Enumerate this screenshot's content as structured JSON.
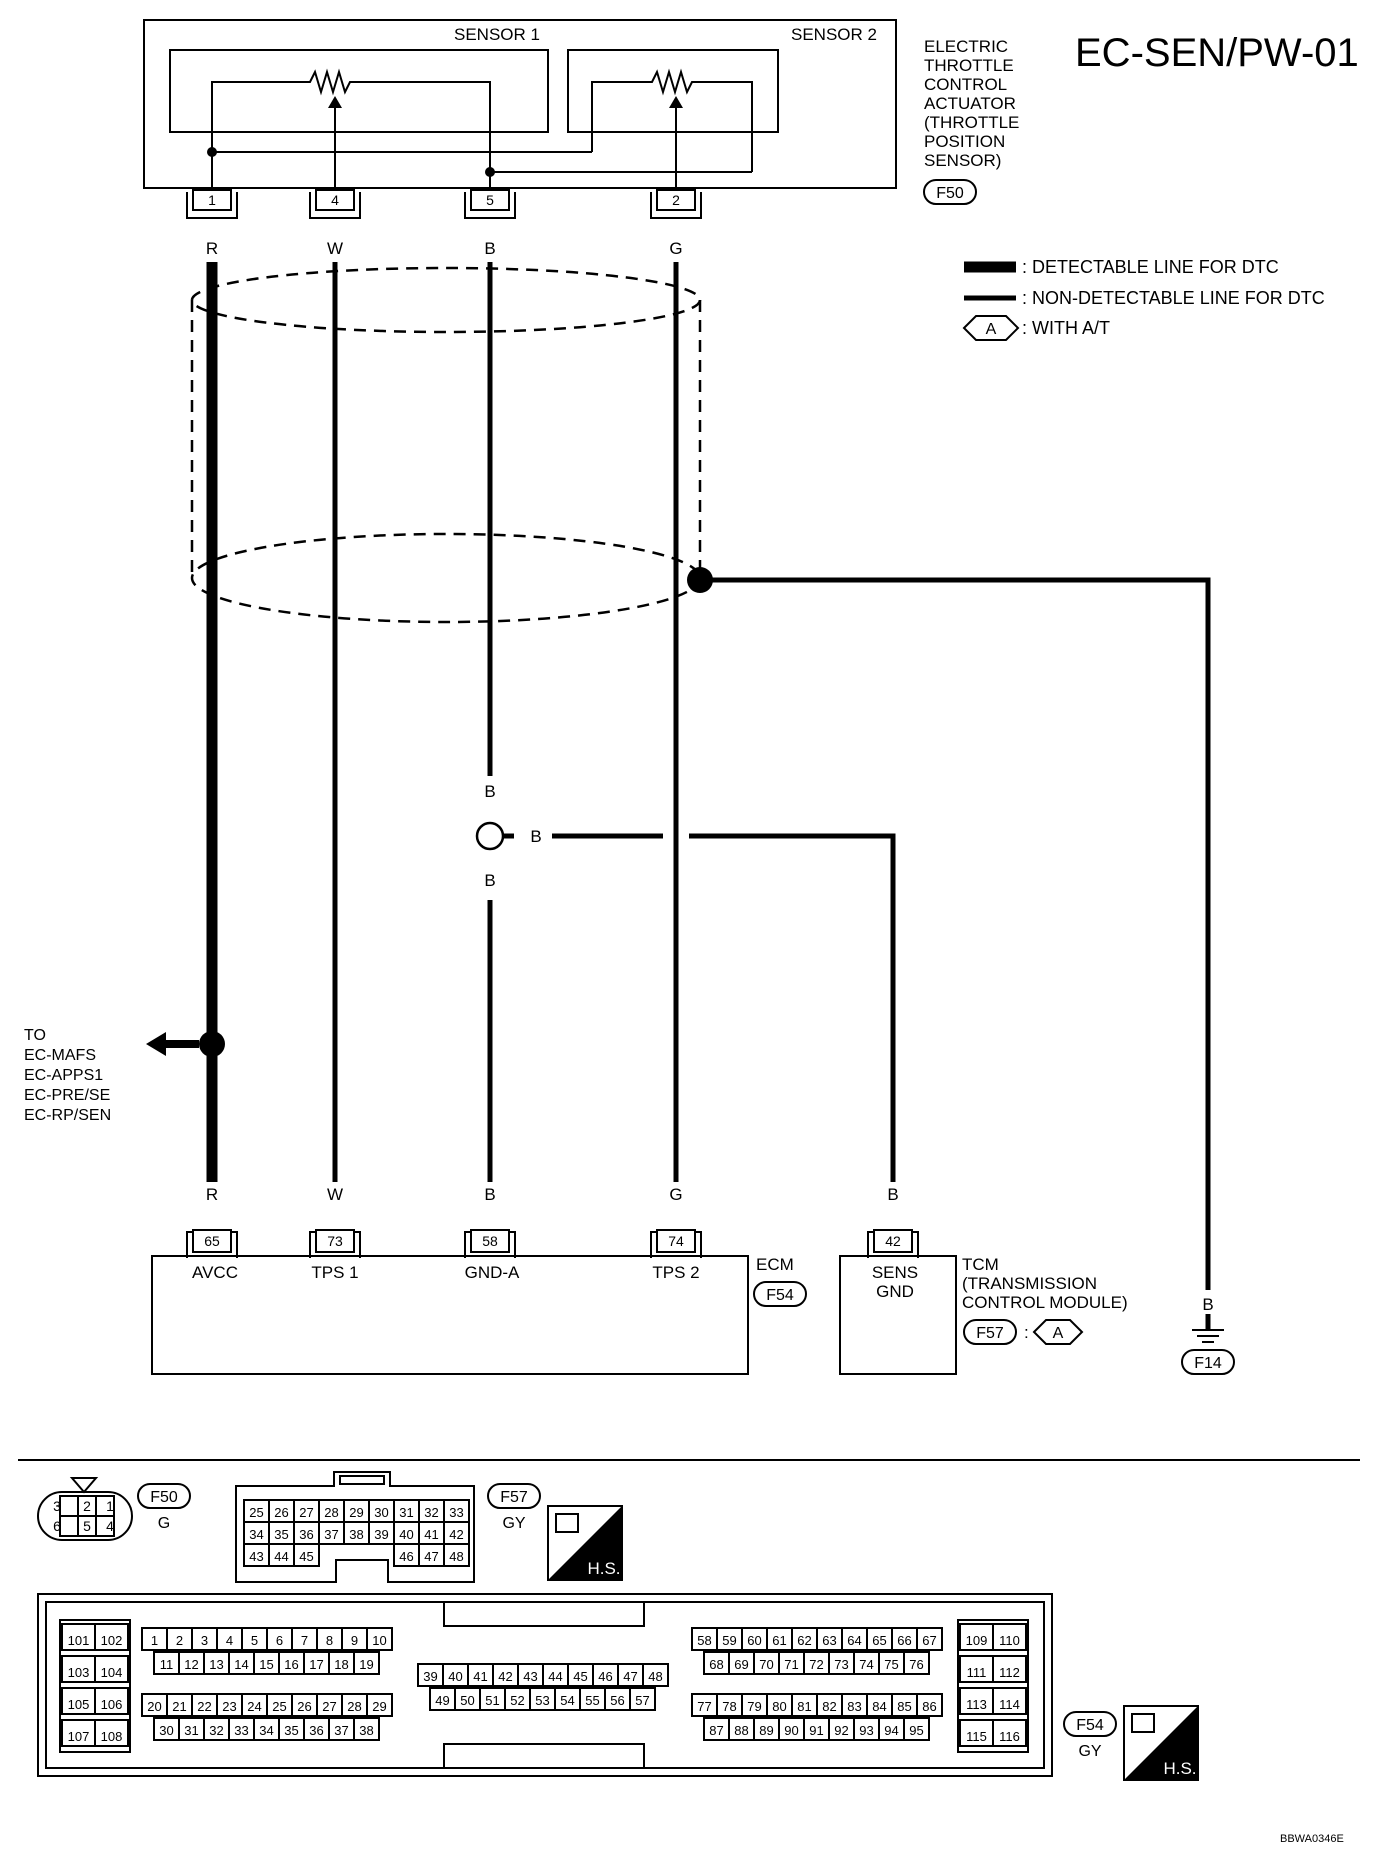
{
  "title": "EC-SEN/PW-01",
  "actuator": {
    "label_lines": [
      "ELECTRIC",
      "THROTTLE",
      "CONTROL",
      "ACTUATOR",
      "(THROTTLE",
      "POSITION",
      "SENSOR)"
    ],
    "connector": "F50",
    "sensor1": "SENSOR 1",
    "sensor2": "SENSOR 2",
    "pins": [
      "1",
      "4",
      "5",
      "2"
    ]
  },
  "legend": {
    "detectable": ": DETECTABLE LINE FOR DTC",
    "non_detectable": ": NON-DETECTABLE LINE FOR DTC",
    "option_symbol": "A",
    "option": ": WITH A/T"
  },
  "wire_colors": {
    "w1": "R",
    "w4": "W",
    "w5": "B",
    "w2": "G",
    "junction_up": "B",
    "junction_right": "B",
    "junction_down": "B",
    "tcm": "B",
    "ground": "B"
  },
  "to_note": [
    "TO",
    "EC-MAFS",
    "EC-APPS1",
    "EC-PRE/SE",
    "EC-RP/SEN"
  ],
  "ecm": {
    "label": "ECM",
    "connector": "F54",
    "pins": [
      "65",
      "73",
      "58",
      "74"
    ],
    "terminals": [
      "AVCC",
      "TPS 1",
      "GND-A",
      "TPS 2"
    ]
  },
  "tcm": {
    "pin": "42",
    "terminal_lines": [
      "SENS",
      "GND"
    ],
    "label_lines": [
      "TCM",
      "(TRANSMISSION",
      "CONTROL MODULE)"
    ],
    "connector": "F57",
    "separator": ":",
    "option_symbol": "A"
  },
  "ground": {
    "connector": "F14"
  },
  "connectors": {
    "f50": {
      "id": "F50",
      "color": "G",
      "top": [
        "3",
        "2",
        "1"
      ],
      "bottom": [
        "6",
        "5",
        "4"
      ]
    },
    "f57": {
      "id": "F57",
      "color": "GY",
      "row1": [
        "25",
        "26",
        "27",
        "28",
        "29",
        "30",
        "31",
        "32",
        "33"
      ],
      "row2": [
        "34",
        "35",
        "36",
        "37",
        "38",
        "39",
        "40",
        "41",
        "42"
      ],
      "row3_left": [
        "43",
        "44",
        "45"
      ],
      "row3_right": [
        "46",
        "47",
        "48"
      ]
    },
    "f54": {
      "id": "F54",
      "color": "GY",
      "left_block": [
        [
          "101",
          "102"
        ],
        [
          "103",
          "104"
        ],
        [
          "105",
          "106"
        ],
        [
          "107",
          "108"
        ]
      ],
      "block_a_r1": [
        "1",
        "2",
        "3",
        "4",
        "5",
        "6",
        "7",
        "8",
        "9",
        "10"
      ],
      "block_a_r2": [
        "11",
        "12",
        "13",
        "14",
        "15",
        "16",
        "17",
        "18",
        "19"
      ],
      "block_a_r3": [
        "20",
        "21",
        "22",
        "23",
        "24",
        "25",
        "26",
        "27",
        "28",
        "29"
      ],
      "block_a_r4": [
        "30",
        "31",
        "32",
        "33",
        "34",
        "35",
        "36",
        "37",
        "38"
      ],
      "middle_r1": [
        "39",
        "40",
        "41",
        "42",
        "43",
        "44",
        "45",
        "46",
        "47",
        "48"
      ],
      "middle_r2": [
        "49",
        "50",
        "51",
        "52",
        "53",
        "54",
        "55",
        "56",
        "57"
      ],
      "block_c_r1": [
        "58",
        "59",
        "60",
        "61",
        "62",
        "63",
        "64",
        "65",
        "66",
        "67"
      ],
      "block_c_r2": [
        "68",
        "69",
        "70",
        "71",
        "72",
        "73",
        "74",
        "75",
        "76"
      ],
      "block_c_r3": [
        "77",
        "78",
        "79",
        "80",
        "81",
        "82",
        "83",
        "84",
        "85",
        "86"
      ],
      "block_c_r4": [
        "87",
        "88",
        "89",
        "90",
        "91",
        "92",
        "93",
        "94",
        "95"
      ],
      "right_block": [
        [
          "109",
          "110"
        ],
        [
          "111",
          "112"
        ],
        [
          "113",
          "114"
        ],
        [
          "115",
          "116"
        ]
      ]
    },
    "hs_label": "H.S."
  },
  "footer_code": "BBWA0346E"
}
